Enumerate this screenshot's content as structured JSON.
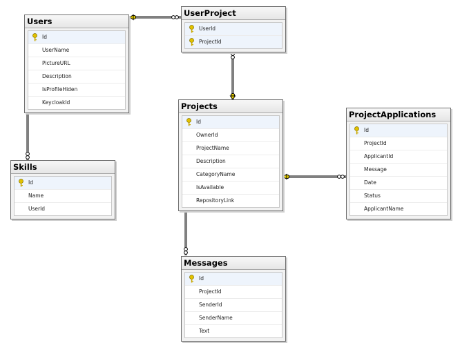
{
  "tables": {
    "users": {
      "name": "Users",
      "columns": [
        {
          "name": "Id",
          "pk": true
        },
        {
          "name": "UserName"
        },
        {
          "name": "PictureURL"
        },
        {
          "name": "Description"
        },
        {
          "name": "IsProfileHiden"
        },
        {
          "name": "KeycloakId"
        }
      ]
    },
    "userproject": {
      "name": "UserProject",
      "columns": [
        {
          "name": "UserId",
          "pk": true
        },
        {
          "name": "ProjectId",
          "pk": true
        }
      ]
    },
    "projects": {
      "name": "Projects",
      "columns": [
        {
          "name": "Id",
          "pk": true
        },
        {
          "name": "OwnerId"
        },
        {
          "name": "ProjectName"
        },
        {
          "name": "Description"
        },
        {
          "name": "CategoryName"
        },
        {
          "name": "IsAvailable"
        },
        {
          "name": "RepositoryLink"
        }
      ]
    },
    "projectapplications": {
      "name": "ProjectApplications",
      "columns": [
        {
          "name": "Id",
          "pk": true
        },
        {
          "name": "ProjectId"
        },
        {
          "name": "ApplicantId"
        },
        {
          "name": "Message"
        },
        {
          "name": "Date"
        },
        {
          "name": "Status"
        },
        {
          "name": "ApplicantName"
        }
      ]
    },
    "skills": {
      "name": "Skills",
      "columns": [
        {
          "name": "Id",
          "pk": true
        },
        {
          "name": "Name"
        },
        {
          "name": "UserId"
        }
      ]
    },
    "messages": {
      "name": "Messages",
      "columns": [
        {
          "name": "Id",
          "pk": true
        },
        {
          "name": "ProjectId"
        },
        {
          "name": "SenderId"
        },
        {
          "name": "SenderName"
        },
        {
          "name": "Text"
        }
      ]
    }
  },
  "colors": {
    "line": "#000000",
    "key": "#e2c200",
    "pk_row": "#eef4fc"
  },
  "icons": {
    "primary_key": "key-icon"
  }
}
